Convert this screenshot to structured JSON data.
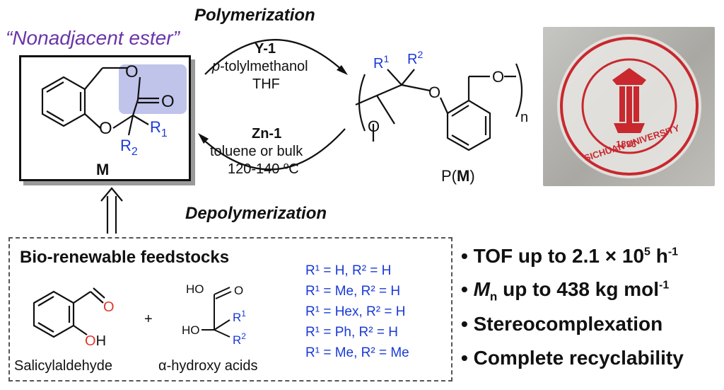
{
  "title_ester": "“Nonadjacent ester”",
  "monomer_label": "M",
  "polymerization": {
    "heading": "Polymerization",
    "catalyst": "Y-1",
    "initiator_prefix": "p",
    "initiator_rest": "-tolylmethanol",
    "solvent": "THF"
  },
  "depolymerization": {
    "heading": "Depolymerization",
    "catalyst": "Zn-1",
    "conditions": "toluene or bulk",
    "temperature": "120-140 ºC"
  },
  "polymer_label_prefix": "P(",
  "polymer_label_bold": "M",
  "polymer_label_suffix": ")",
  "feedstocks": {
    "heading": "Bio-renewable feedstocks",
    "compound1": "Salicylaldehyde",
    "compound2": "α-hydroxy acids",
    "plus": "+"
  },
  "substituents": [
    "R¹ = H, R² = H",
    "R¹ = Me, R² = H",
    "R¹ = Hex, R² = H",
    "R¹ = Ph, R² = H",
    "R¹ = Me, R² = Me"
  ],
  "features": {
    "tof_text": "TOF up to 2.1 × 10",
    "tof_exp": "5",
    "tof_unit": " h",
    "tof_unit_exp": "-1",
    "mn_symbol": "M",
    "mn_sub": "n",
    "mn_text": " up to 438 kg mol",
    "mn_exp": "-1",
    "stereo": "Stereocomplexation",
    "recycle": "Complete recyclability"
  },
  "seal": {
    "year": "1896",
    "university_text": "SICHUAN UNIVERSITY"
  },
  "atoms": {
    "O": "O",
    "OH": "OH",
    "HO": "HO",
    "n": "n",
    "R1": "R",
    "R1_sub": "1",
    "R2": "R",
    "R2_sub": "2",
    "R1sup": "1",
    "R2sup": "2"
  },
  "colors": {
    "ester_highlight": "#b9bce8",
    "purple_text": "#6a35a8",
    "blue_text": "#1a3ad6",
    "red_atom": "#e0352b",
    "seal_red": "#c8282e"
  }
}
